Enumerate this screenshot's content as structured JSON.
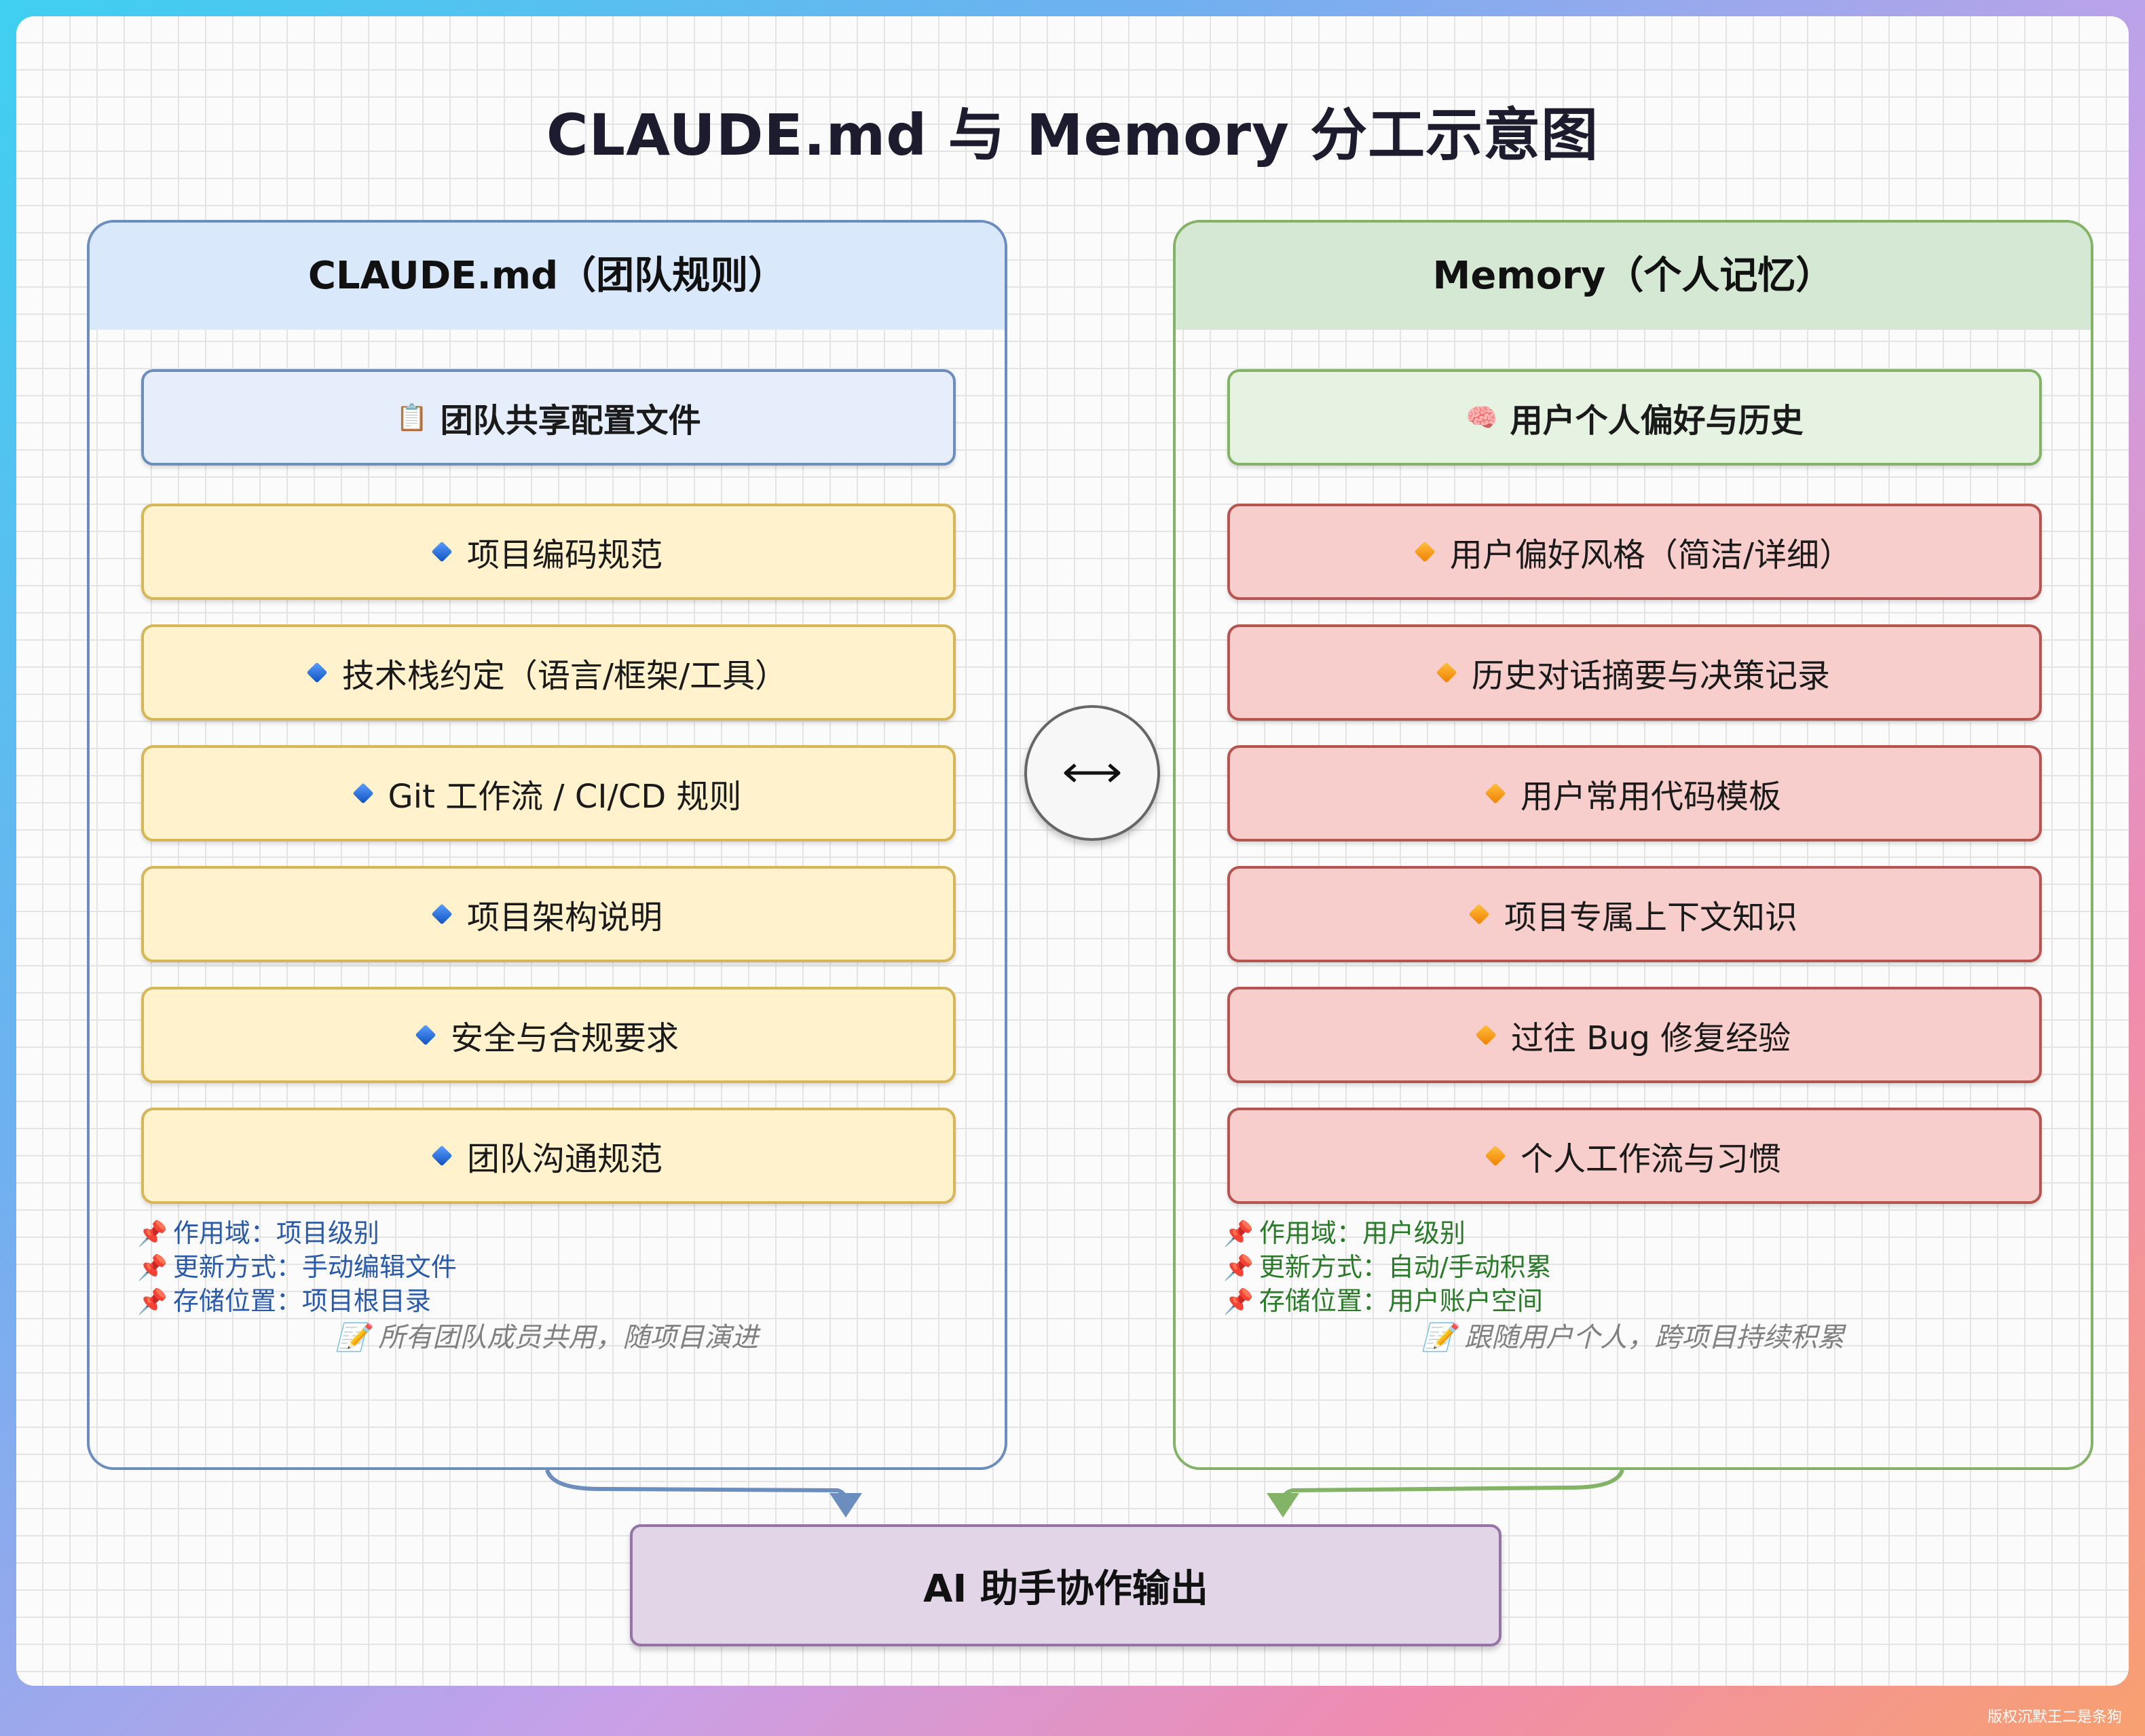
{
  "title": "CLAUDE.md 与 Memory 分工示意图",
  "left": {
    "header": "CLAUDE.md（团队规则）",
    "head_box": "团队共享配置文件",
    "head_icon": "📋",
    "items": [
      "项目编码规范",
      "技术栈约定（语言/框架/工具）",
      "Git 工作流 / CI/CD 规则",
      "项目架构说明",
      "安全与合规要求",
      "团队沟通规范"
    ],
    "meta": [
      "作用域：项目级别",
      "更新方式：手动编辑文件",
      "存储位置：项目根目录"
    ],
    "note": "所有团队成员共用，随项目演进",
    "note_icon": "📝"
  },
  "right": {
    "header": "Memory（个人记忆）",
    "head_box": "用户个人偏好与历史",
    "head_icon": "🧠",
    "items": [
      "用户偏好风格（简洁/详细）",
      "历史对话摘要与决策记录",
      "用户常用代码模板",
      "项目专属上下文知识",
      "过往 Bug 修复经验",
      "个人工作流与习惯"
    ],
    "meta": [
      "作用域：用户级别",
      "更新方式：自动/手动积累",
      "存储位置：用户账户空间"
    ],
    "note": "跟随用户个人，跨项目持续积累",
    "note_icon": "📝"
  },
  "swap_icon": "left-right-arrow-icon",
  "output": "AI 助手协作输出",
  "watermark": "版权沉默王二是条狗",
  "colors": {
    "left_border": "#6c8ebf",
    "left_header_bg": "#dae8fc",
    "left_item_bg": "#fff2cc",
    "right_border": "#82b366",
    "right_header_bg": "#d5e8d4",
    "right_item_bg": "#f8cecc",
    "output_bg": "#e1d5e7",
    "output_border": "#9673a6"
  }
}
